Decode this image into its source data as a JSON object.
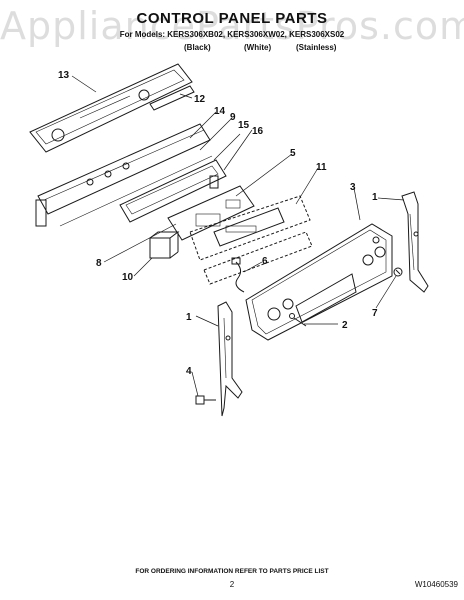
{
  "watermark": "AppliancePartsPros.com",
  "title": "CONTROL PANEL PARTS",
  "models_line": "For Models: KERS306XB02, KERS306XW02, KERS306XS02",
  "variants": [
    "(Black)",
    "(White)",
    "(Stainless)"
  ],
  "callouts": [
    "13",
    "12",
    "14",
    "9",
    "15",
    "16",
    "5",
    "11",
    "3",
    "1",
    "8",
    "10",
    "6",
    "7",
    "1",
    "2",
    "4"
  ],
  "footer_note": "FOR ORDERING INFORMATION REFER TO PARTS PRICE LIST",
  "page_number": "2",
  "doc_id": "W10460539"
}
